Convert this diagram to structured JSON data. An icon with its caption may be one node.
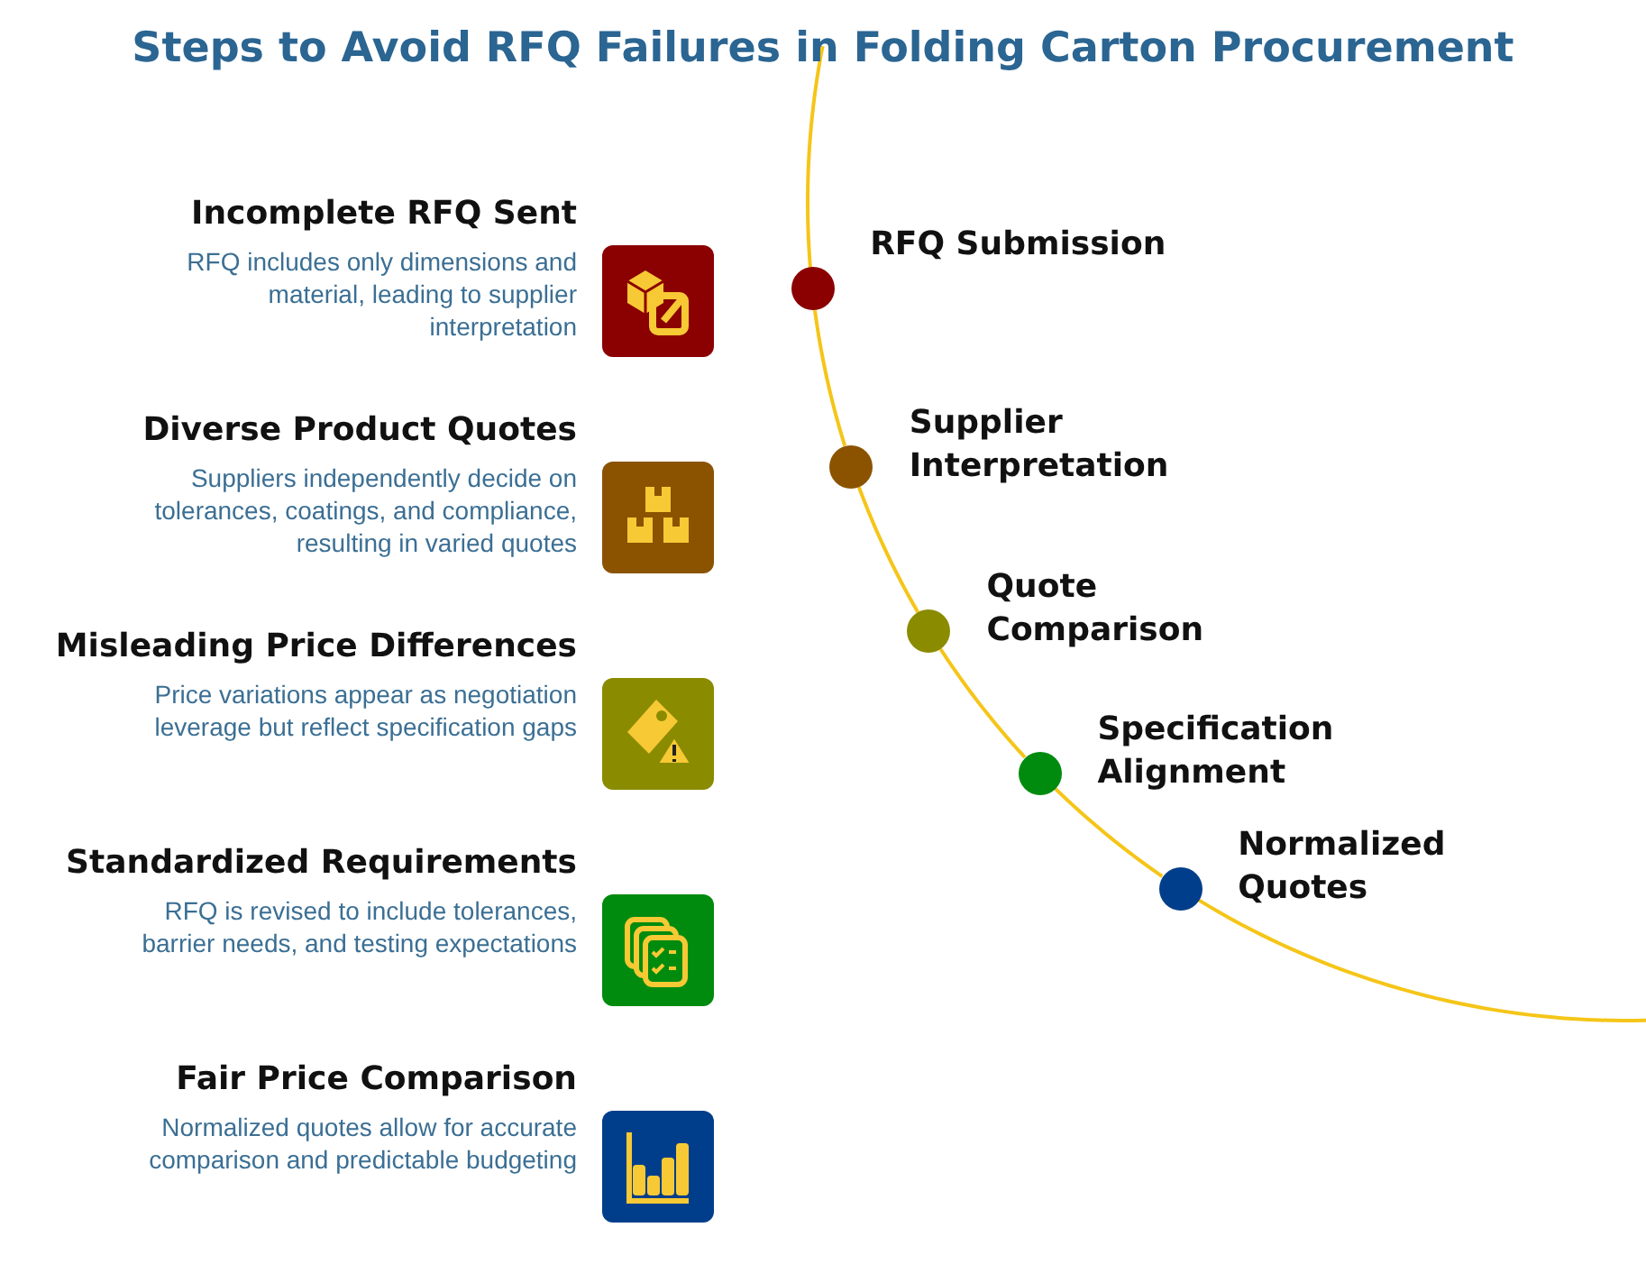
{
  "diagram": {
    "title": "Steps to Avoid RFQ Failures in Folding Carton Procurement",
    "nodes": [
      {
        "text": [
          "Incomplete RFQ Sent",
          "RFQ includes only dimensions and material, leading to supplier interpretation"
        ]
      },
      {
        "text": [
          "Diverse Product Quotes",
          "Suppliers independently decide on tolerances, coatings, and compliance, resulting in varied quotes"
        ]
      },
      {
        "text": [
          "Misleading Price Differences",
          "Price variations appear as negotiation leverage but reflect specification gaps"
        ]
      },
      {
        "text": [
          "Standardized Requirements",
          "RFQ is revised to include tolerances, barrier needs, and testing expectations"
        ]
      },
      {
        "text": [
          "Fair Price Comparison",
          "Normalized quotes allow for accurate comparison and predictable budgeting"
        ]
      },
      {
        "text": [],
        "shape": "circle",
        "beside": [
          "RFQ Submission"
        ]
      },
      {
        "text": [],
        "shape": "circle",
        "beside": [
          "Supplier Interpretation"
        ]
      },
      {
        "text": [],
        "shape": "circle",
        "beside": [
          "Quote Comparison"
        ]
      },
      {
        "text": [],
        "shape": "circle",
        "beside": [
          "Specification Alignment"
        ]
      },
      {
        "text": [],
        "shape": "circle",
        "beside": [
          "Normalized Quotes"
        ]
      }
    ],
    "edges": [
      {
        "from": 5,
        "to": 6,
        "arrow": "none"
      },
      {
        "from": 6,
        "to": 7,
        "arrow": "none"
      },
      {
        "from": 7,
        "to": 8,
        "arrow": "none"
      },
      {
        "from": 8,
        "to": 9,
        "arrow": "none"
      }
    ]
  }
}
